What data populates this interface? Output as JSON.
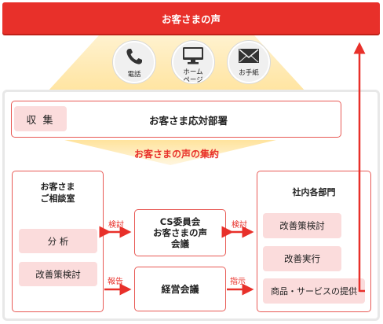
{
  "top_bar": {
    "title": "お客さまの声"
  },
  "channels": [
    {
      "icon": "phone-icon",
      "label": "電話"
    },
    {
      "icon": "monitor-icon",
      "label": "ホーム\nページ"
    },
    {
      "icon": "envelope-icon",
      "label": "お手紙"
    }
  ],
  "reception": {
    "tag": "収 集",
    "title": "お客さま応対部署"
  },
  "aggregation_label": "お客さまの声の集約",
  "consultation": {
    "title": "お客さま\nご相談室",
    "items": [
      "分 析",
      "改善策検討"
    ]
  },
  "cs_committee": {
    "title": "CS委員会\nお客さまの声\n会議"
  },
  "management": {
    "title": "経営会議"
  },
  "departments": {
    "title": "社内各部門",
    "items": [
      "改善策検討",
      "改善実行",
      "商品・サービスの提供"
    ]
  },
  "arrow_labels": {
    "consult_to_cs": "検討",
    "cs_to_dept": "検討",
    "report": "報告",
    "instruct": "指示"
  },
  "colors": {
    "accent_red": "#e8302a",
    "box_border": "#e85a55",
    "pink_fill": "#fbdcdc",
    "funnel": "#ffe4a0"
  }
}
